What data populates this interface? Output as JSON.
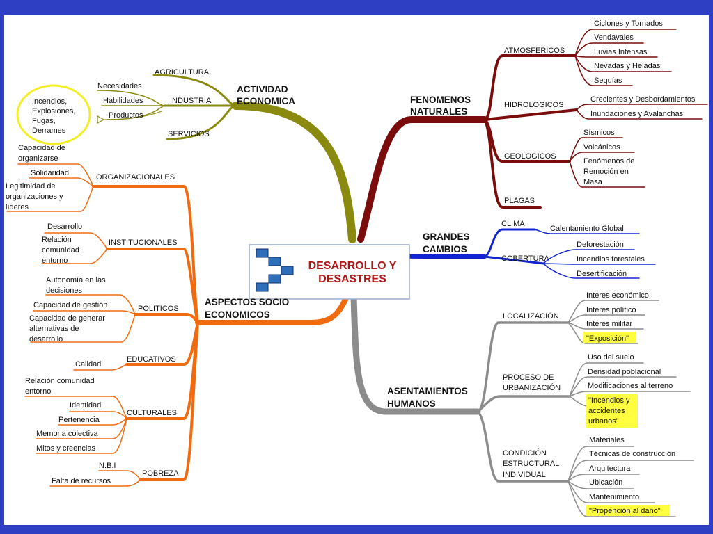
{
  "center": {
    "line1": "DESARROLLO Y",
    "line2": "DESASTRES"
  },
  "colors": {
    "frame": "#2e3fc4",
    "economica": "#8a8a10",
    "fenomenos": "#7a0c0c",
    "cambios": "#1024d0",
    "socio": "#f06a10",
    "asentamientos": "#8c8c8c",
    "highlight": "#ffff40",
    "circle": "#f2ee2a",
    "center_title": "#b01818"
  },
  "economica": {
    "title": [
      "ACTIVIDAD",
      "ECONOMICA"
    ],
    "agricultura": "AGRICULTURA",
    "industria": "INDUSTRIA",
    "servicios": "SERVICIOS",
    "necesidades": "Necesidades",
    "habilidades": "Habilidades",
    "productos": "Productos",
    "incendios": [
      "Incendios,",
      "Explosiones,",
      "Fugas,",
      "Derrames"
    ]
  },
  "fenomenos": {
    "title": [
      "FENOMENOS",
      "NATURALES"
    ],
    "atmosfericos": "ATMOSFERICOS",
    "atmos_items": [
      "Ciclones y Tornados",
      "Vendavales",
      "Luvias Intensas",
      "Nevadas y Heladas",
      "Sequías"
    ],
    "hidrologicos": "HIDROLOGICOS",
    "hidro_items": [
      "Crecientes y Desbordamientos",
      "Inundaciones y Avalanchas"
    ],
    "geologicos": "GEOLOGICOS",
    "geo_sismicos": "Sísmicos",
    "geo_volcanicos": "Volcánicos",
    "geo_fenomenos": [
      "Fenómenos de",
      "Remoción en",
      "Masa"
    ],
    "plagas": "PLAGAS"
  },
  "cambios": {
    "title": [
      "GRANDES",
      "CAMBIOS"
    ],
    "clima": "CLIMA",
    "calentamiento": "Calentamiento Global",
    "cobertura": "COBERTURA",
    "cob_items": [
      "Deforestación",
      "Incendios forestales",
      "Desertificación"
    ]
  },
  "socio": {
    "title": [
      "ASPECTOS SOCIO",
      "ECONOMICOS"
    ],
    "organizacionales": "ORGANIZACIONALES",
    "org_capacidad": [
      "Capacidad de",
      "organizarse"
    ],
    "org_solidaridad": "Solidaridad",
    "org_legitimidad": [
      "Legitimidad de",
      "organizaciones y",
      "líderes"
    ],
    "institucionales": "INSTITUCIONALES",
    "inst_desarrollo": "Desarrollo",
    "inst_relacion": [
      "Relación",
      "comunidad",
      "entorno"
    ],
    "politicos": "POLITICOS",
    "pol_autonomia": [
      "Autonomía en las",
      "decisiones"
    ],
    "pol_gestion": "Capacidad de gestión",
    "pol_generar": [
      "Capacidad de generar",
      "alternativas de",
      "desarrollo"
    ],
    "educativos": "EDUCATIVOS",
    "edu_calidad": "Calidad",
    "culturales": "CULTURALES",
    "cul_relacion": [
      "Relación comunidad",
      "entorno"
    ],
    "cul_items": [
      "Identidad",
      "Pertenencia",
      "Memoria colectiva",
      "Mitos y creencias"
    ],
    "pobreza": "POBREZA",
    "pob_nbi": "N.B.I",
    "pob_falta": "Falta de recursos"
  },
  "asentamientos": {
    "title": [
      "ASENTAMIENTOS",
      "HUMANOS"
    ],
    "localizacion": "LOCALIZACIÓN",
    "loc_items": [
      "Interes económico",
      "Interes político",
      "Interes militar"
    ],
    "loc_exposicion": "\"Exposición\"",
    "urbanizacion": [
      "PROCESO DE",
      "URBANIZACIÓN"
    ],
    "urb_items": [
      "Uso del suelo",
      "Densidad poblacional",
      "Modificaciones al terreno"
    ],
    "urb_incendios": [
      "\"Incendios y",
      "accidentes",
      "urbanos\""
    ],
    "condicion": [
      "CONDICIÓN",
      "ESTRUCTURAL",
      "INDIVIDUAL"
    ],
    "cond_items": [
      "Materiales",
      "Técnicas de construcción",
      "Arquitectura",
      "Ubicación",
      "Mantenimiento"
    ],
    "cond_propencion": "\"Propención al daño\""
  }
}
